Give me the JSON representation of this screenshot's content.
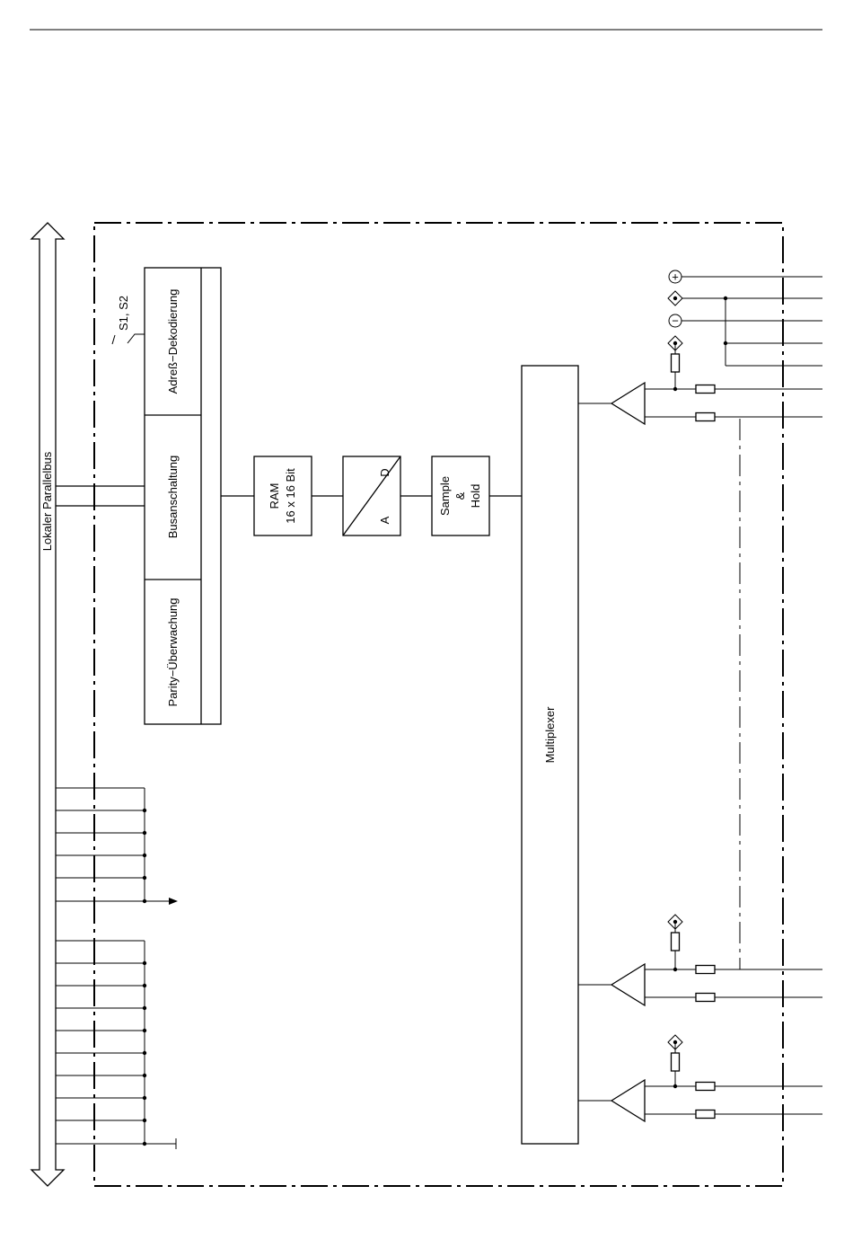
{
  "diagram": {
    "bus_label": "Lokaler Parallelbus",
    "switch_label": "S1, S2",
    "bus_module": {
      "address_decoding": "Adreß−Dekodierung",
      "bus_interface": "Busanschaltung",
      "parity_monitoring": "Parity−Überwachung"
    },
    "ram": {
      "line1": "RAM",
      "line2": "16 x 16 Bit"
    },
    "converter": {
      "top": "D",
      "bottom": "A"
    },
    "sample_hold": {
      "line1": "Sample",
      "line2": "&",
      "line3": "Hold"
    },
    "multiplexer": "Multiplexer",
    "supply_symbols": {
      "plus": "+",
      "minus": "−"
    }
  }
}
